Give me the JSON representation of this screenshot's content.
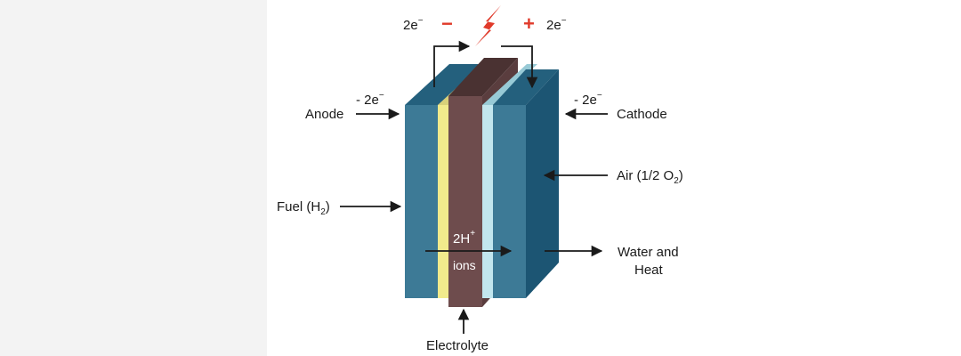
{
  "electron": {
    "text": "2e",
    "sup": "−"
  },
  "signs": {
    "minus": "−",
    "plus": "+"
  },
  "anode": {
    "label": "Anode",
    "charge": "- 2e",
    "charge_sup": "−"
  },
  "cathode": {
    "label": "Cathode",
    "charge": "- 2e",
    "charge_sup": "−"
  },
  "fuel": {
    "pre": "Fuel (H",
    "sub": "2",
    "post": ")"
  },
  "air": {
    "pre": "Air (1/2 O",
    "sub": "2",
    "post": ")"
  },
  "output": {
    "line1": "Water and",
    "line2": "Heat"
  },
  "ions": {
    "text": "2H",
    "sup": "+",
    "word": "ions"
  },
  "electrolyte": {
    "label": "Electrolyte"
  },
  "colors": {
    "teal_front": "#3d7a96",
    "teal_top": "#24607d",
    "teal_side": "#1c5573",
    "yellow": "#f1ea8c",
    "electrolyte_front": "#6e4c4d",
    "electrolyte_top": "#4a3232",
    "light_blue": "#c2e6ee",
    "lightning": "#e03a2a"
  }
}
